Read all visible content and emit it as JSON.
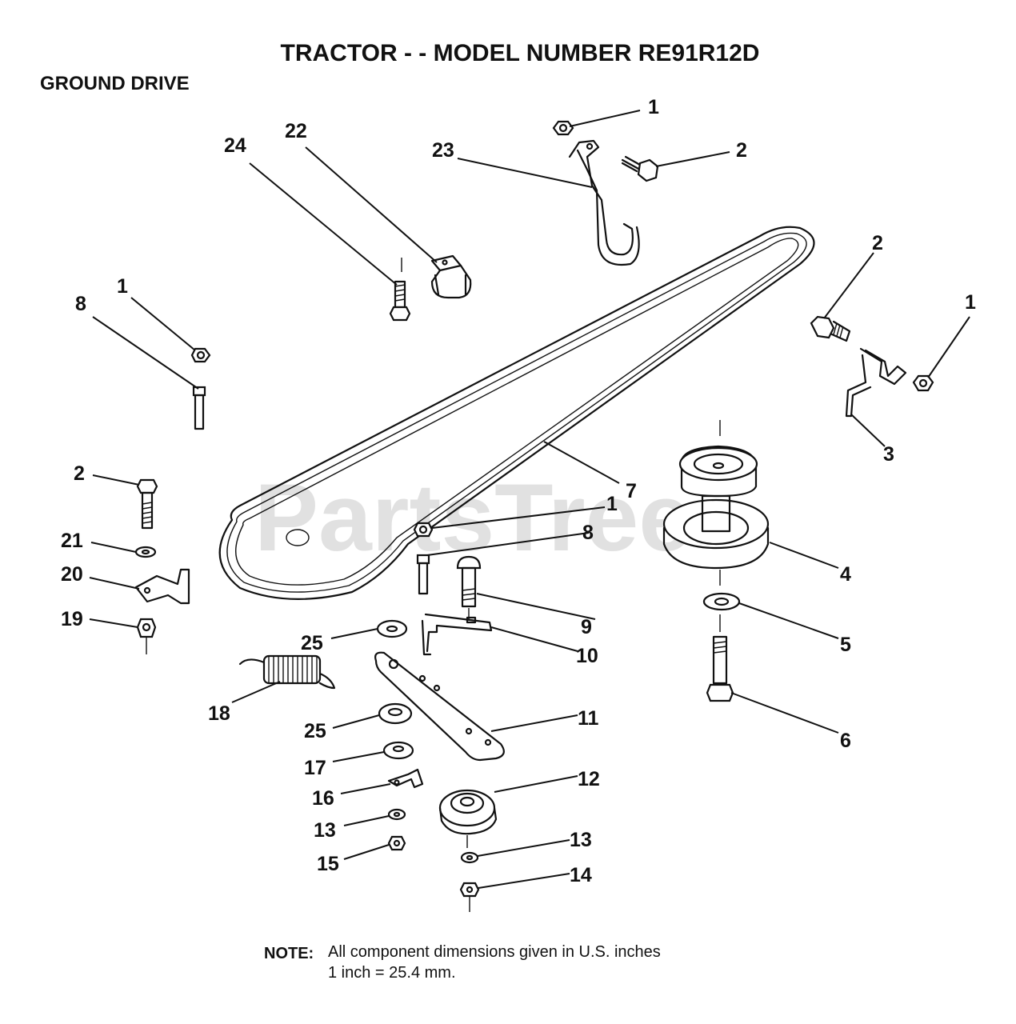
{
  "header": {
    "title": "TRACTOR - - MODEL NUMBER RE91R12D",
    "section": "GROUND DRIVE"
  },
  "watermark": "PartsTree",
  "callouts": {
    "c1a": "1",
    "c2a": "2",
    "c23": "23",
    "c24": "24",
    "c22": "22",
    "c2b": "2",
    "c1b": "1",
    "c1c": "1",
    "c8a": "8",
    "c3": "3",
    "c7": "7",
    "c2c": "2",
    "c1d": "1",
    "c8b": "8",
    "c4": "4",
    "c21": "21",
    "c20": "20",
    "c19": "19",
    "c9": "9",
    "c25a": "25",
    "c10": "10",
    "c5": "5",
    "c18": "18",
    "c11": "11",
    "c25b": "25",
    "c6": "6",
    "c17": "17",
    "c12": "12",
    "c16": "16",
    "c13a": "13",
    "c13b": "13",
    "c15": "15",
    "c14": "14"
  },
  "note": {
    "label": "NOTE:",
    "line1": "All component dimensions given in U.S. inches",
    "line2": "1 inch = 25.4 mm."
  }
}
